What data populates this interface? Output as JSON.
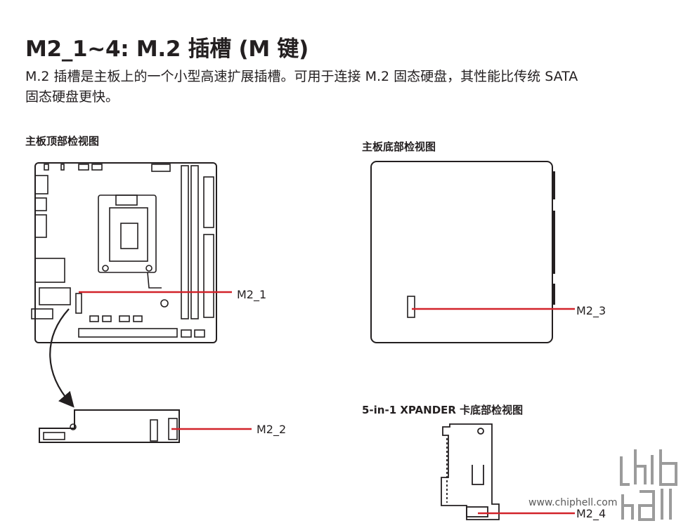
{
  "heading": {
    "title": "M2_1~4: M.2 插槽 (M 键)",
    "description_line1": "M.2 插槽是主板上的一个小型高速扩展插槽。可用于连接 M.2 固态硬盘，其性能比传统 SATA",
    "description_line2": "固态硬盘更快。"
  },
  "figures": {
    "top_view": {
      "caption": "主板顶部检视图",
      "slot_label": "M2_1",
      "card_label": "M2_2"
    },
    "bottom_view": {
      "caption": "主板底部检视图",
      "slot_label": "M2_3"
    },
    "xpander_view": {
      "caption": "5-in-1 XPANDER 卡底部检视图",
      "slot_label": "M2_4"
    }
  },
  "colors": {
    "leader_line": "#d2232a",
    "outline": "#231f20"
  },
  "watermark": {
    "text": "www.chiphell.com",
    "logo": "chiphell-logo"
  }
}
